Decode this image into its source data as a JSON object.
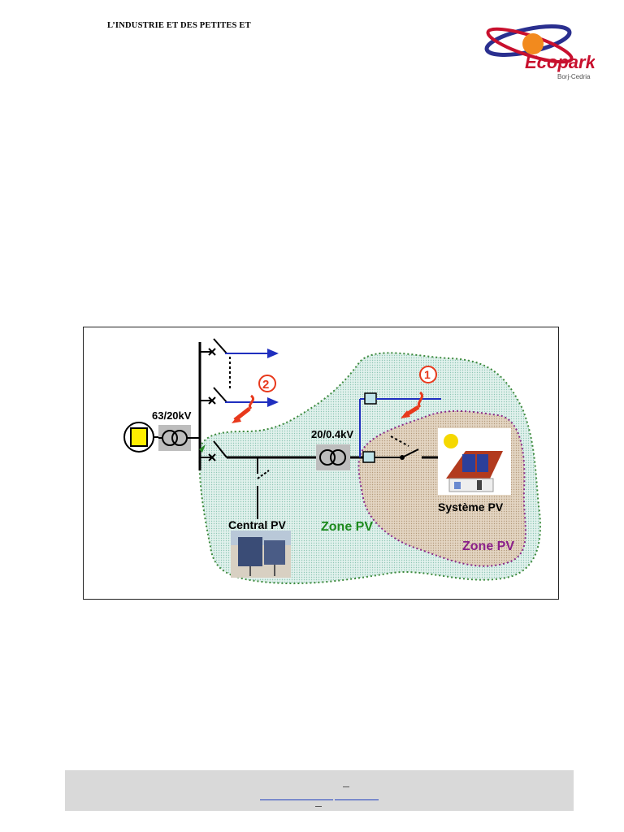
{
  "header": {
    "title": "L’INDUSTRIE ET DES PETITES ET"
  },
  "logo": {
    "name": "Ecopark",
    "tagline": "Borj-Cedria",
    "colors": {
      "orbit_blue": "#2a2f8f",
      "orbit_red": "#c8102e",
      "sun": "#f28a1e",
      "text": "#c8102e"
    }
  },
  "diagram": {
    "substation_transformer": "63/20kV",
    "distribution_transformer": "20/0.4kV",
    "central_pv": "Central PV",
    "zone_pv_outer": "Zone PV",
    "system_pv": "Système PV",
    "zone_pv_inner": "Zone PV",
    "fault_1": "①",
    "fault_2": "②",
    "colors": {
      "zone_outer_fill": "#d7ece6",
      "zone_outer_border": "#3d8a3d",
      "zone_inner_fill": "#ddcdb8",
      "zone_inner_border": "#8a2a8a",
      "feeder_blue": "#1f2fbf",
      "fault_red": "#e8391c",
      "zone_outer_text": "#1d8a1d",
      "zone_inner_text": "#8a1f8a",
      "source_fill": "#ffee00"
    }
  },
  "footer": {}
}
